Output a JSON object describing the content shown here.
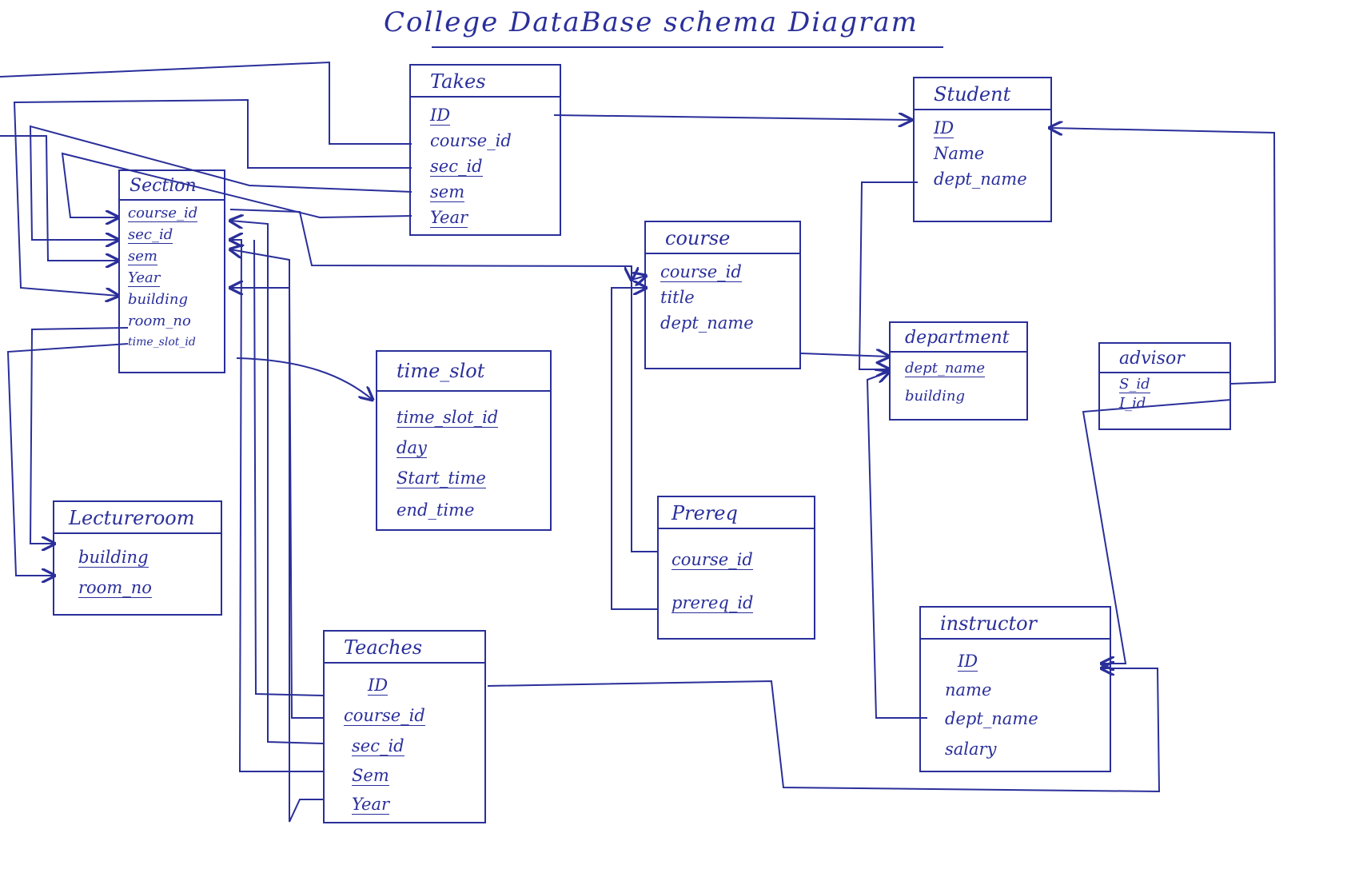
{
  "title": "College DataBase schema Diagram",
  "colors": {
    "ink": "#2a2f9a",
    "paper": "#ffffff"
  },
  "entities": {
    "takes": {
      "name": "Takes",
      "attrs": [
        "ID",
        "course_id",
        "sec_id",
        "sem",
        "Year"
      ]
    },
    "student": {
      "name": "Student",
      "attrs": [
        "ID",
        "Name",
        "dept_name"
      ]
    },
    "section": {
      "name": "Section",
      "attrs": [
        "course_id",
        "sec_id",
        "sem",
        "Year",
        "building",
        "room_no",
        "time_slot_id"
      ]
    },
    "course": {
      "name": "course",
      "attrs": [
        "course_id",
        "title",
        "dept_name"
      ]
    },
    "department": {
      "name": "department",
      "attrs": [
        "dept_name",
        "building"
      ]
    },
    "advisor": {
      "name": "advisor",
      "attrs": [
        "S_id",
        "I_id"
      ]
    },
    "time_slot": {
      "name": "time_slot",
      "attrs": [
        "time_slot_id",
        "day",
        "Start_time",
        "end_time"
      ]
    },
    "lectureroom": {
      "name": "Lectureroom",
      "attrs": [
        "building",
        "room_no"
      ]
    },
    "prereq": {
      "name": "Prereq",
      "attrs": [
        "course_id",
        "prereq_id"
      ]
    },
    "instructor": {
      "name": "instructor",
      "attrs": [
        "ID",
        "name",
        "dept_name",
        "salary"
      ]
    },
    "teaches": {
      "name": "Teaches",
      "attrs": [
        "ID",
        "course_id",
        "sec_id",
        "Sem",
        "Year"
      ]
    }
  }
}
